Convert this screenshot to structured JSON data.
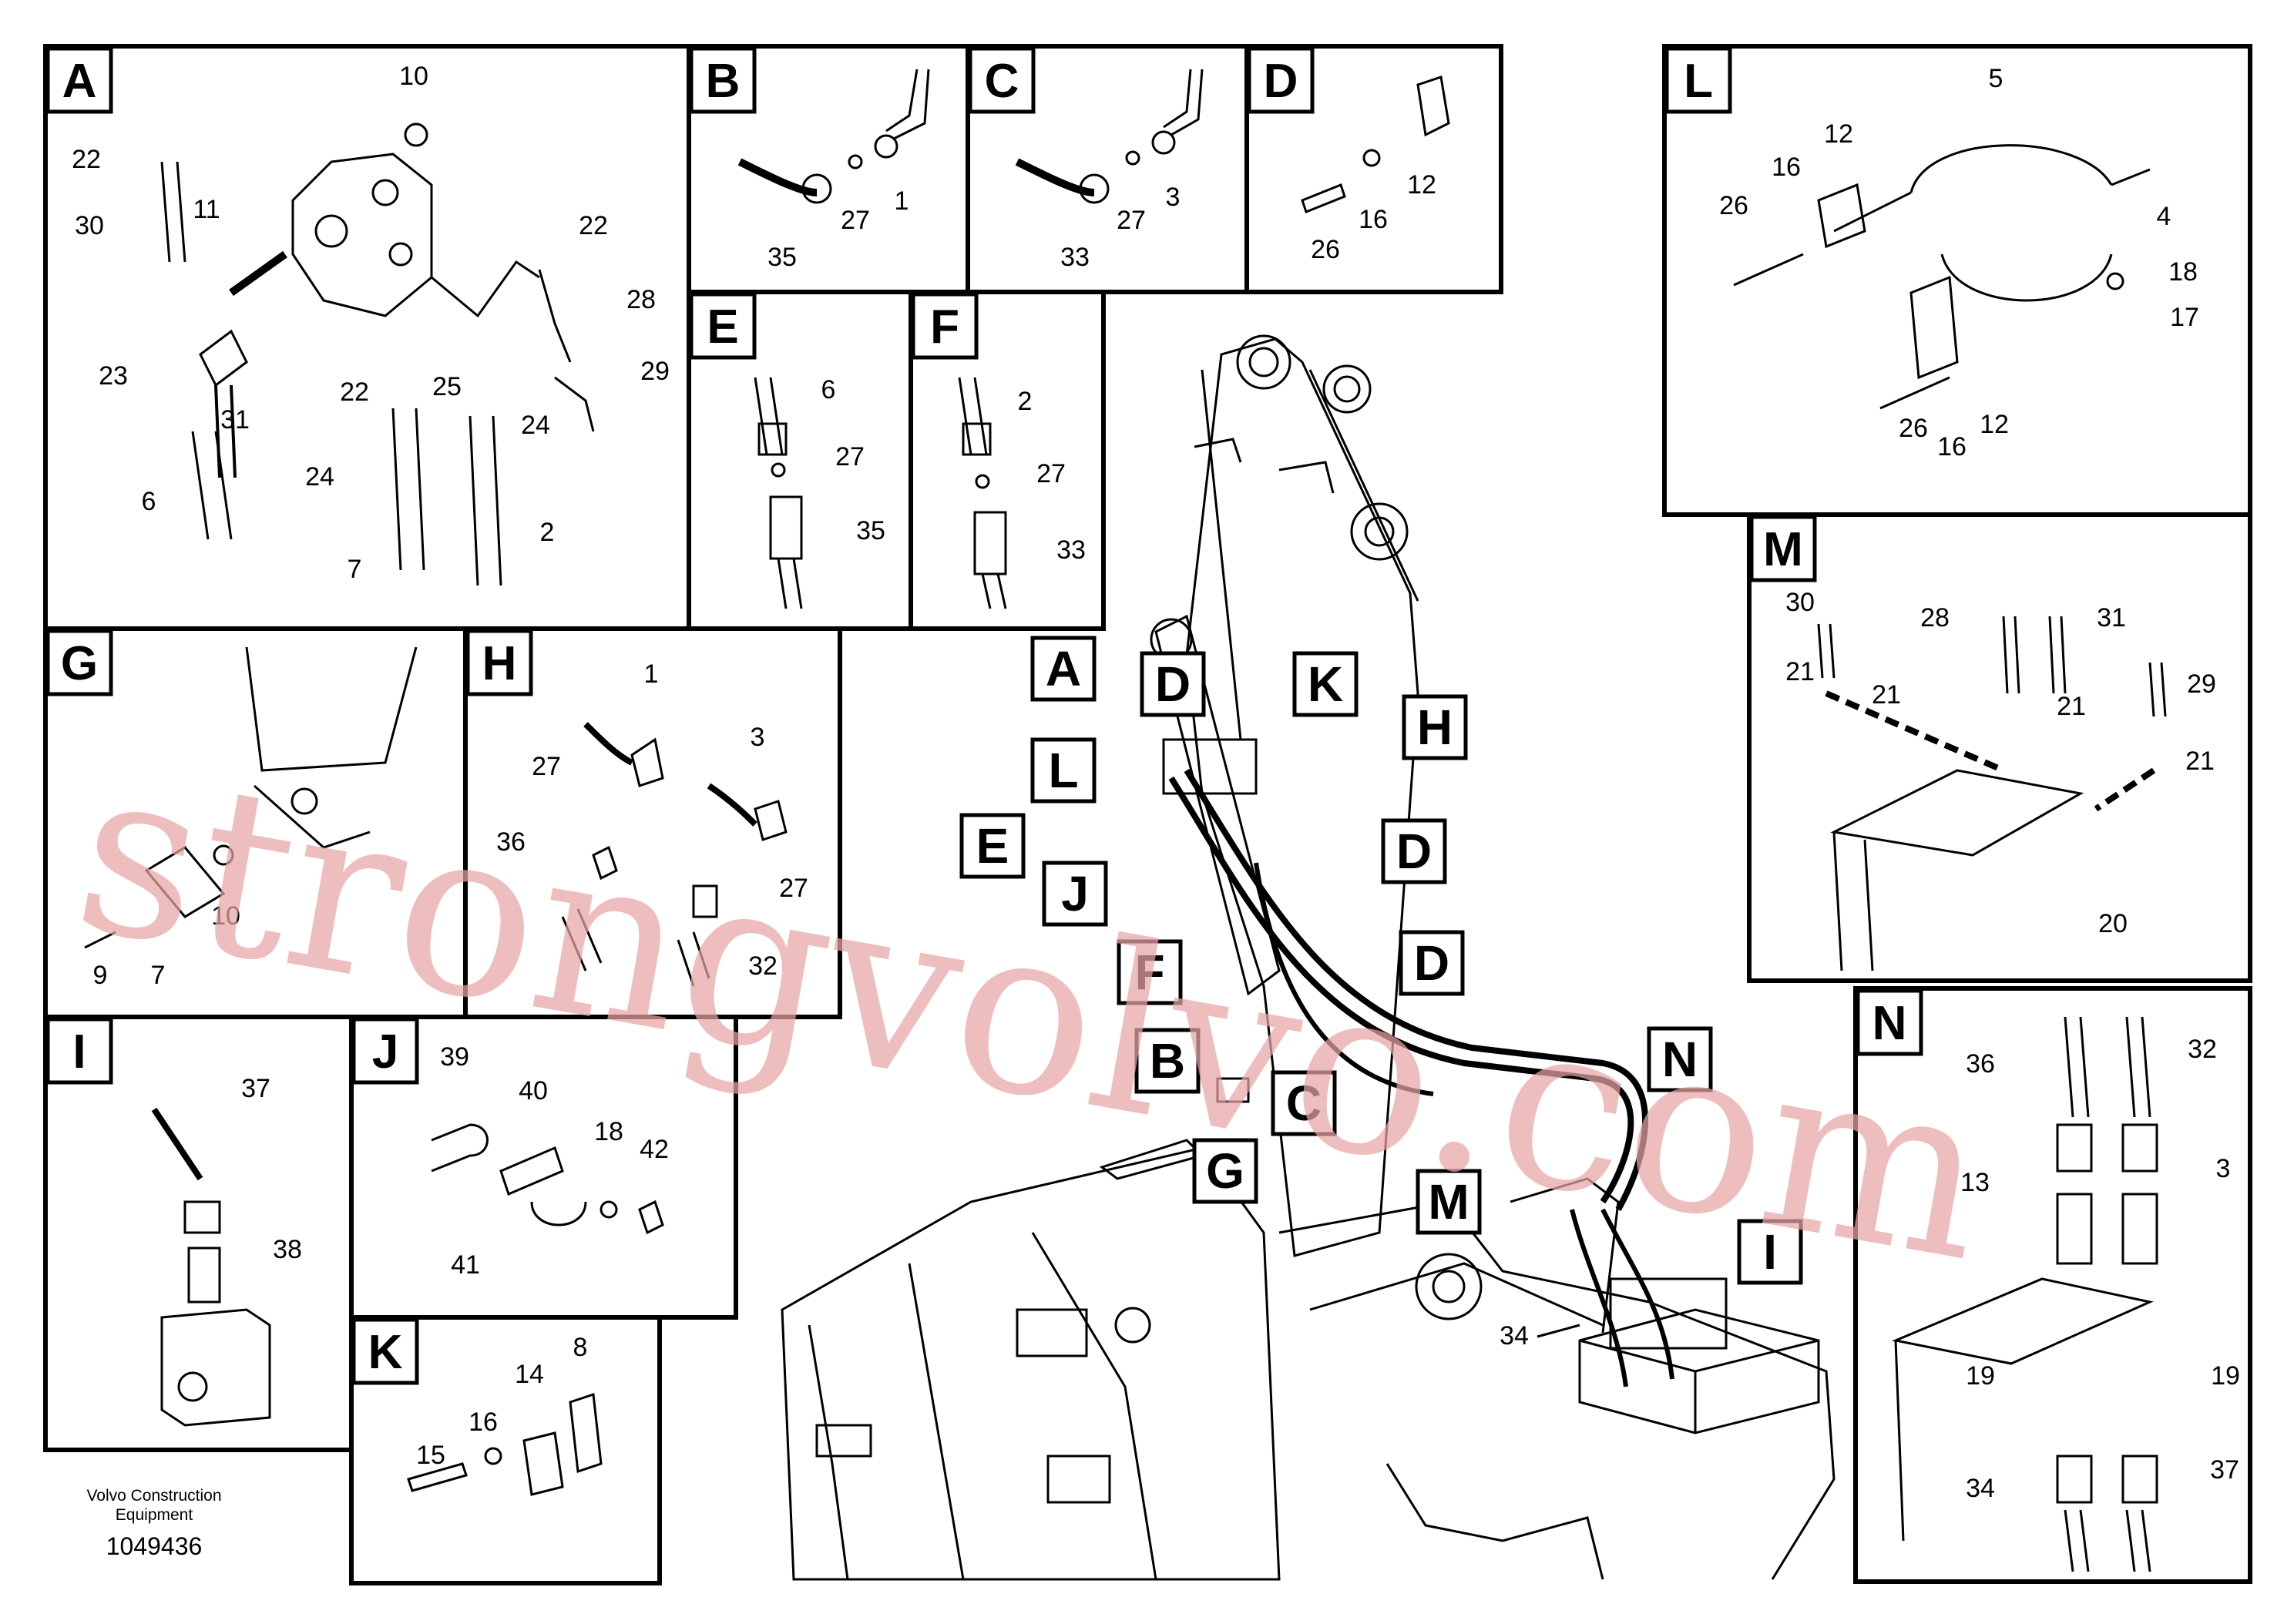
{
  "panels": {
    "A": {
      "letter": "A",
      "labels": [
        "10",
        "22",
        "30",
        "11",
        "22",
        "28",
        "23",
        "22",
        "25",
        "29",
        "31",
        "24",
        "24",
        "6",
        "7",
        "2"
      ]
    },
    "B": {
      "letter": "B",
      "labels": [
        "35",
        "27",
        "1"
      ]
    },
    "C": {
      "letter": "C",
      "labels": [
        "33",
        "27",
        "3"
      ]
    },
    "D": {
      "letter": "D",
      "labels": [
        "26",
        "16",
        "12"
      ]
    },
    "E": {
      "letter": "E",
      "labels": [
        "6",
        "27",
        "35"
      ]
    },
    "F": {
      "letter": "F",
      "labels": [
        "2",
        "27",
        "33"
      ]
    },
    "G": {
      "letter": "G",
      "labels": [
        "10",
        "9",
        "7"
      ]
    },
    "H": {
      "letter": "H",
      "labels": [
        "1",
        "3",
        "27",
        "36",
        "27",
        "32"
      ]
    },
    "I": {
      "letter": "I",
      "labels": [
        "37",
        "38"
      ]
    },
    "J": {
      "letter": "J",
      "labels": [
        "39",
        "40",
        "18",
        "42",
        "41"
      ]
    },
    "K": {
      "letter": "K",
      "labels": [
        "8",
        "14",
        "16",
        "15"
      ]
    },
    "L": {
      "letter": "L",
      "labels": [
        "5",
        "12",
        "16",
        "26",
        "4",
        "18",
        "17",
        "26",
        "16",
        "12"
      ]
    },
    "M": {
      "letter": "M",
      "labels": [
        "30",
        "28",
        "31",
        "21",
        "21",
        "21",
        "29",
        "21",
        "20"
      ]
    },
    "N": {
      "letter": "N",
      "labels": [
        "36",
        "32",
        "13",
        "3",
        "19",
        "19",
        "34",
        "37"
      ]
    }
  },
  "main_callouts": [
    "A",
    "D",
    "K",
    "H",
    "L",
    "E",
    "D",
    "J",
    "F",
    "D",
    "B",
    "C",
    "N",
    "M",
    "G",
    "I"
  ],
  "main_labels": {
    "hose": "34"
  },
  "watermark": "strongvolvo.com",
  "footer": {
    "company": "Volvo Construction",
    "company2": "Equipment",
    "number": "1049436"
  }
}
